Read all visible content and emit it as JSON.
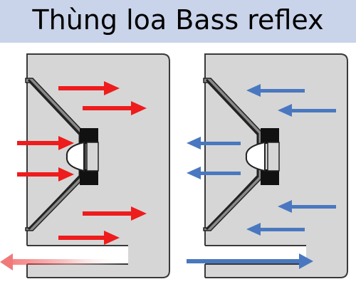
{
  "title": "Thùng loa Bass reflex",
  "colors": {
    "title_background": "#c9d3e9",
    "cabinet_fill": "#d6d6d6",
    "cabinet_stroke": "#3a3a3a",
    "inflow_arrow": "#ee1c1c",
    "outflow_arrow": "#4a78c0",
    "driver_black": "#111111",
    "dust_cap": "#ffffff"
  },
  "diagrams": [
    {
      "name": "cabinet-left",
      "air_flow": "in",
      "arrow_color": "#ee1c1c"
    },
    {
      "name": "cabinet-right",
      "air_flow": "out",
      "arrow_color": "#4a78c0"
    }
  ]
}
